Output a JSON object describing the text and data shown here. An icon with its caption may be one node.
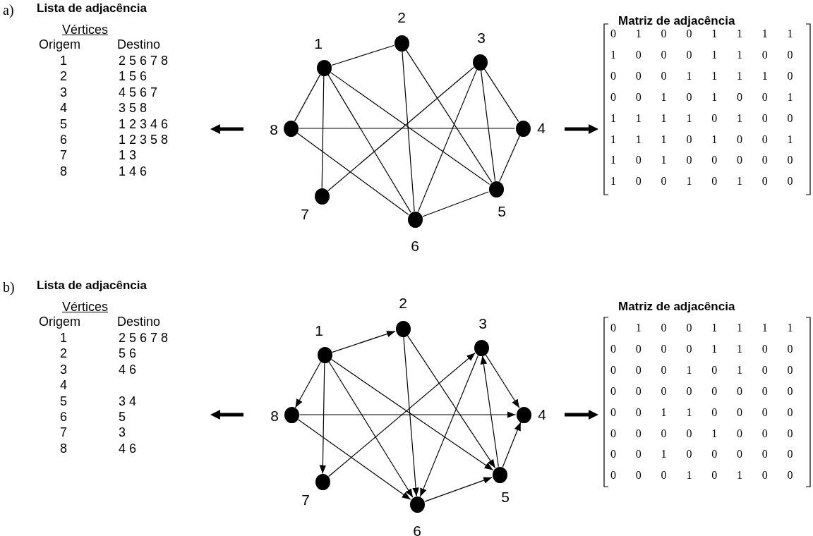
{
  "diagram": {
    "nodes": [
      {
        "text": [
          "1"
        ]
      },
      {
        "text": [
          "2"
        ]
      },
      {
        "text": [
          "3"
        ]
      },
      {
        "text": [
          "4"
        ]
      },
      {
        "text": [
          "5"
        ]
      },
      {
        "text": [
          "6"
        ]
      },
      {
        "text": [
          "7"
        ]
      },
      {
        "text": [
          "8"
        ]
      },
      {
        "text": [
          "1"
        ]
      },
      {
        "text": [
          "2"
        ]
      },
      {
        "text": [
          "3"
        ]
      },
      {
        "text": [
          "4"
        ]
      },
      {
        "text": [
          "5"
        ]
      },
      {
        "text": [
          "6"
        ]
      },
      {
        "text": [
          "7"
        ]
      },
      {
        "text": [
          "8"
        ]
      }
    ],
    "edges": [
      {
        "from": 0,
        "to": 1,
        "arrow": "none"
      },
      {
        "from": 0,
        "to": 4,
        "arrow": "none"
      },
      {
        "from": 0,
        "to": 5,
        "arrow": "none"
      },
      {
        "from": 0,
        "to": 6,
        "arrow": "none"
      },
      {
        "from": 0,
        "to": 7,
        "arrow": "none"
      },
      {
        "from": 1,
        "to": 4,
        "arrow": "none"
      },
      {
        "from": 1,
        "to": 5,
        "arrow": "none"
      },
      {
        "from": 2,
        "to": 3,
        "arrow": "none"
      },
      {
        "from": 2,
        "to": 4,
        "arrow": "none"
      },
      {
        "from": 2,
        "to": 5,
        "arrow": "none"
      },
      {
        "from": 2,
        "to": 6,
        "arrow": "none"
      },
      {
        "from": 3,
        "to": 4,
        "arrow": "none"
      },
      {
        "from": 3,
        "to": 7,
        "arrow": "none"
      },
      {
        "from": 4,
        "to": 5,
        "arrow": "none"
      },
      {
        "from": 5,
        "to": 7,
        "arrow": "none"
      },
      {
        "from": 8,
        "to": 9,
        "arrow": "to"
      },
      {
        "from": 8,
        "to": 12,
        "arrow": "to"
      },
      {
        "from": 8,
        "to": 13,
        "arrow": "to"
      },
      {
        "from": 8,
        "to": 14,
        "arrow": "to"
      },
      {
        "from": 8,
        "to": 15,
        "arrow": "to"
      },
      {
        "from": 9,
        "to": 12,
        "arrow": "to"
      },
      {
        "from": 9,
        "to": 13,
        "arrow": "to"
      },
      {
        "from": 10,
        "to": 11,
        "arrow": "to"
      },
      {
        "from": 10,
        "to": 13,
        "arrow": "to"
      },
      {
        "from": 12,
        "to": 10,
        "arrow": "to"
      },
      {
        "from": 12,
        "to": 11,
        "arrow": "to"
      },
      {
        "from": 13,
        "to": 12,
        "arrow": "to"
      },
      {
        "from": 14,
        "to": 10,
        "arrow": "to"
      },
      {
        "from": 15,
        "to": 11,
        "arrow": "to"
      },
      {
        "from": 15,
        "to": 13,
        "arrow": "to"
      }
    ],
    "labels": [
      "a)",
      "Lista de adjacência",
      "Vértices",
      "Origem",
      "Destino",
      "1",
      "2 5 6 7 8",
      "2",
      "1 5 6",
      "3",
      "4 5 6 7",
      "4",
      "3 5 8",
      "5",
      "1 2 3 4 6",
      "6",
      "1 2 3 5 8",
      "7",
      "1 3",
      "8",
      "1 4 6",
      "Matriz de adjacência",
      "0",
      "1",
      "0",
      "0",
      "1",
      "1",
      "1",
      "1",
      "1",
      "0",
      "0",
      "0",
      "1",
      "1",
      "0",
      "0",
      "0",
      "0",
      "0",
      "1",
      "1",
      "1",
      "1",
      "0",
      "0",
      "0",
      "1",
      "0",
      "1",
      "0",
      "0",
      "1",
      "1",
      "1",
      "1",
      "1",
      "0",
      "1",
      "0",
      "0",
      "1",
      "1",
      "1",
      "0",
      "1",
      "0",
      "0",
      "1",
      "1",
      "0",
      "1",
      "0",
      "0",
      "0",
      "0",
      "0",
      "1",
      "0",
      "0",
      "1",
      "0",
      "1",
      "0",
      "0",
      "b)",
      "Lista de adjacência",
      "Vértices",
      "Origem",
      "Destino",
      "1",
      "2 5 6 7 8",
      "2",
      "5 6",
      "3",
      "4 6",
      "4",
      "5",
      "3 4",
      "6",
      "5",
      "7",
      "3",
      "8",
      "4 6",
      "Matriz de adjacência",
      "0",
      "1",
      "0",
      "0",
      "1",
      "1",
      "1",
      "1",
      "0",
      "0",
      "0",
      "0",
      "1",
      "1",
      "0",
      "0",
      "0",
      "0",
      "0",
      "1",
      "0",
      "1",
      "0",
      "0",
      "0",
      "0",
      "0",
      "0",
      "0",
      "0",
      "0",
      "0",
      "0",
      "0",
      "1",
      "1",
      "0",
      "0",
      "0",
      "0",
      "0",
      "0",
      "0",
      "0",
      "1",
      "0",
      "0",
      "0",
      "0",
      "0",
      "1",
      "0",
      "0",
      "0",
      "0",
      "0",
      "0",
      "0",
      "0",
      "1",
      "0",
      "1",
      "0",
      "0"
    ]
  }
}
